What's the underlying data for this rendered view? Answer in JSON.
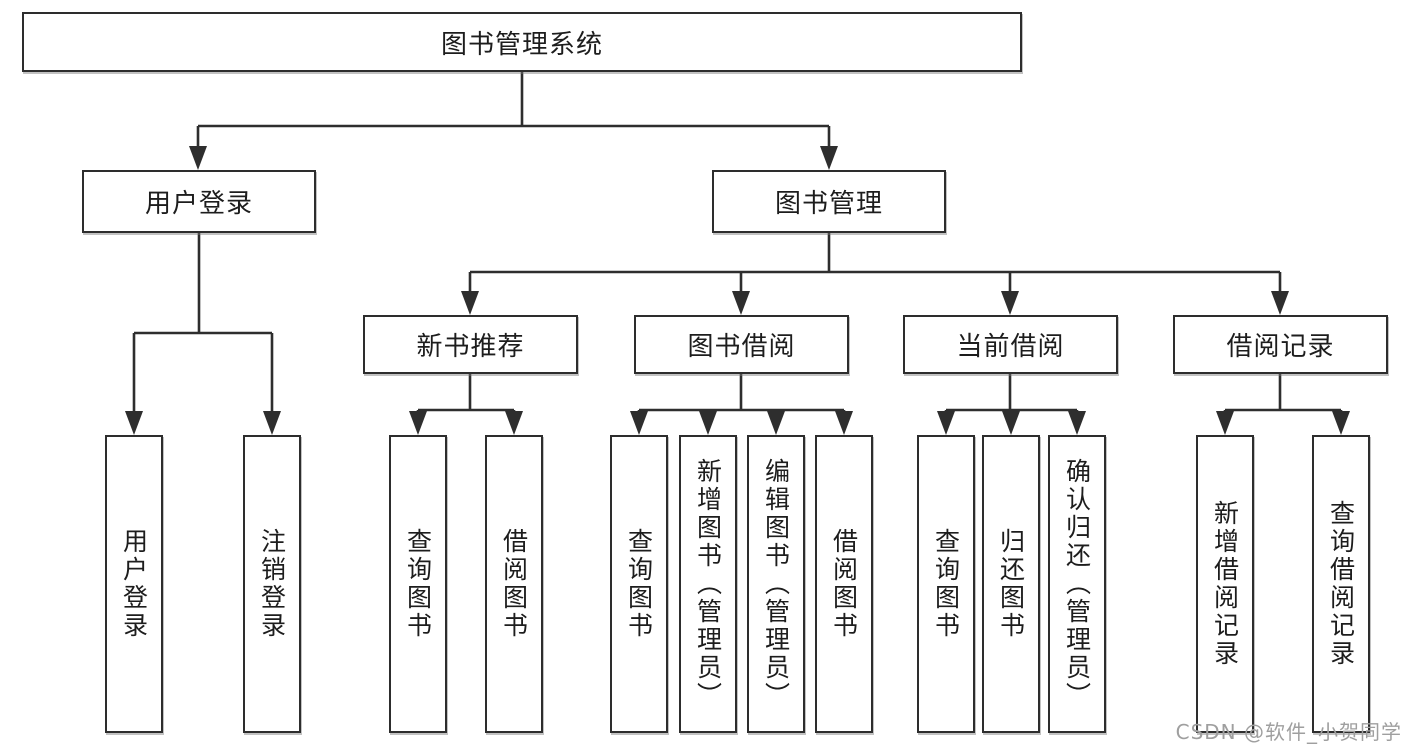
{
  "colors": {
    "background": "#ffffff",
    "line": "#2e2e2e",
    "box_border": "#2d2d2d",
    "text": "#1d1d1d",
    "watermark": "#9f9f9f"
  },
  "diagram": {
    "type": "hierarchy-tree",
    "root": {
      "label": "图书管理系统"
    },
    "level2": [
      {
        "label": "用户登录",
        "parent": "图书管理系统"
      },
      {
        "label": "图书管理",
        "parent": "图书管理系统"
      }
    ],
    "level3": [
      {
        "label": "新书推荐",
        "parent": "图书管理"
      },
      {
        "label": "图书借阅",
        "parent": "图书管理"
      },
      {
        "label": "当前借阅",
        "parent": "图书管理"
      },
      {
        "label": "借阅记录",
        "parent": "图书管理"
      }
    ],
    "leaves": [
      {
        "label": "用户登录",
        "parent": "用户登录"
      },
      {
        "label": "注销登录",
        "parent": "用户登录"
      },
      {
        "label": "查询图书",
        "parent": "新书推荐"
      },
      {
        "label": "借阅图书",
        "parent": "新书推荐"
      },
      {
        "label": "查询图书",
        "parent": "图书借阅"
      },
      {
        "label": "新增图书（管理员）",
        "parent": "图书借阅"
      },
      {
        "label": "编辑图书（管理员）",
        "parent": "图书借阅"
      },
      {
        "label": "借阅图书",
        "parent": "图书借阅"
      },
      {
        "label": "查询图书",
        "parent": "当前借阅"
      },
      {
        "label": "归还图书",
        "parent": "当前借阅"
      },
      {
        "label": "确认归还（管理员）",
        "parent": "当前借阅"
      },
      {
        "label": "新增借阅记录",
        "parent": "借阅记录"
      },
      {
        "label": "查询借阅记录",
        "parent": "借阅记录"
      }
    ]
  },
  "watermark": {
    "text": "CSDN @软件_小贺同学"
  }
}
